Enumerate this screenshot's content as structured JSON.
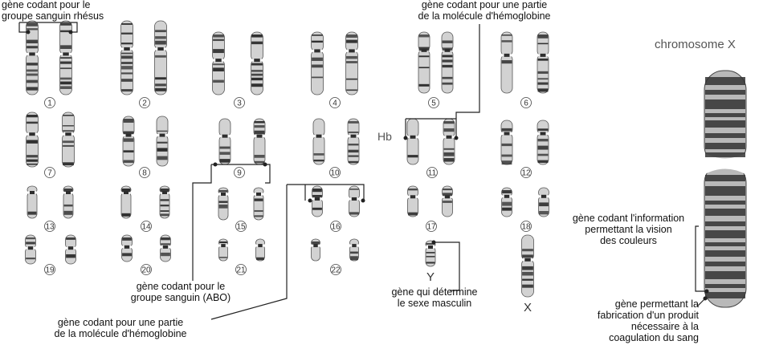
{
  "labels": {
    "rhesus": [
      "gène codant pour le",
      "groupe sanguin rhésus"
    ],
    "hemoglobin_top": [
      "gène codant pour une partie",
      "de la molécule d'hémoglobine"
    ],
    "abo": [
      "gène codant pour le",
      "groupe sanguin (ABO)"
    ],
    "hemoglobin_bottom": [
      "gène codant pour une partie",
      "de la molécule d'hémoglobine"
    ],
    "sex_gene": [
      "gène qui détermine",
      "le sexe masculin"
    ],
    "color_vision": [
      "gène codant l'information",
      "permettant la vision",
      "des couleurs"
    ],
    "coagulation": [
      "gène permettant la",
      "fabrication d'un produit",
      "nécessaire à la",
      "coagulation du sang"
    ],
    "x_title": "chromosome X",
    "hb_marker": "Hb"
  },
  "pair_numbers": [
    "1",
    "2",
    "3",
    "4",
    "5",
    "6",
    "7",
    "8",
    "9",
    "10",
    "11",
    "12",
    "13",
    "14",
    "15",
    "16",
    "17",
    "18",
    "19",
    "20",
    "21",
    "22"
  ],
  "sex_chromosomes": {
    "y": "Y",
    "x": "X"
  },
  "colors": {
    "chromosome_fill": "#d2d2d2",
    "band": "#2e2e2e",
    "outline": "#555555",
    "line": "#222222",
    "dot": "#222222"
  }
}
